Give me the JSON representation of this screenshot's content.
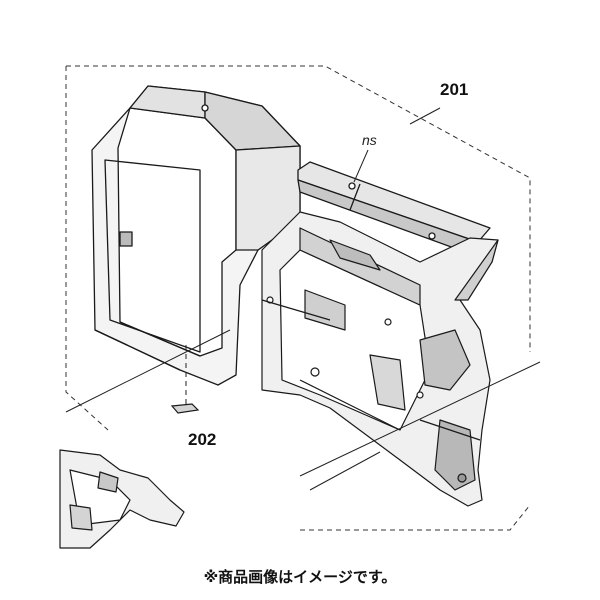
{
  "labels": {
    "part_201": "201",
    "part_202": "202",
    "part_ns": "ns"
  },
  "caption": "※商品画像はイメージです。",
  "colors": {
    "line": "#1a1a1a",
    "fill_light": "#f4f4f4",
    "fill_mid": "#d6d6d6",
    "fill_dark": "#a8a8a8"
  }
}
